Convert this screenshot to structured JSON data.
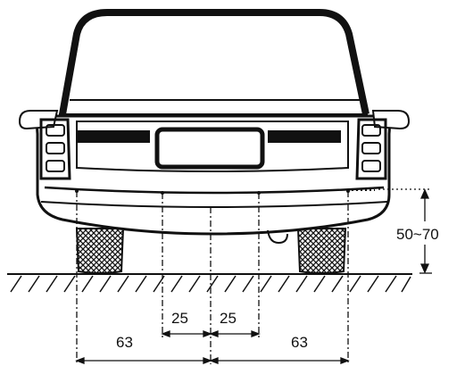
{
  "diagram": {
    "dimensions": {
      "height_range": "50~70",
      "left_outer": "63",
      "left_inner": "25",
      "right_inner": "25",
      "right_outer": "63"
    }
  },
  "colors": {
    "ink": "#111111",
    "background": "#ffffff"
  }
}
